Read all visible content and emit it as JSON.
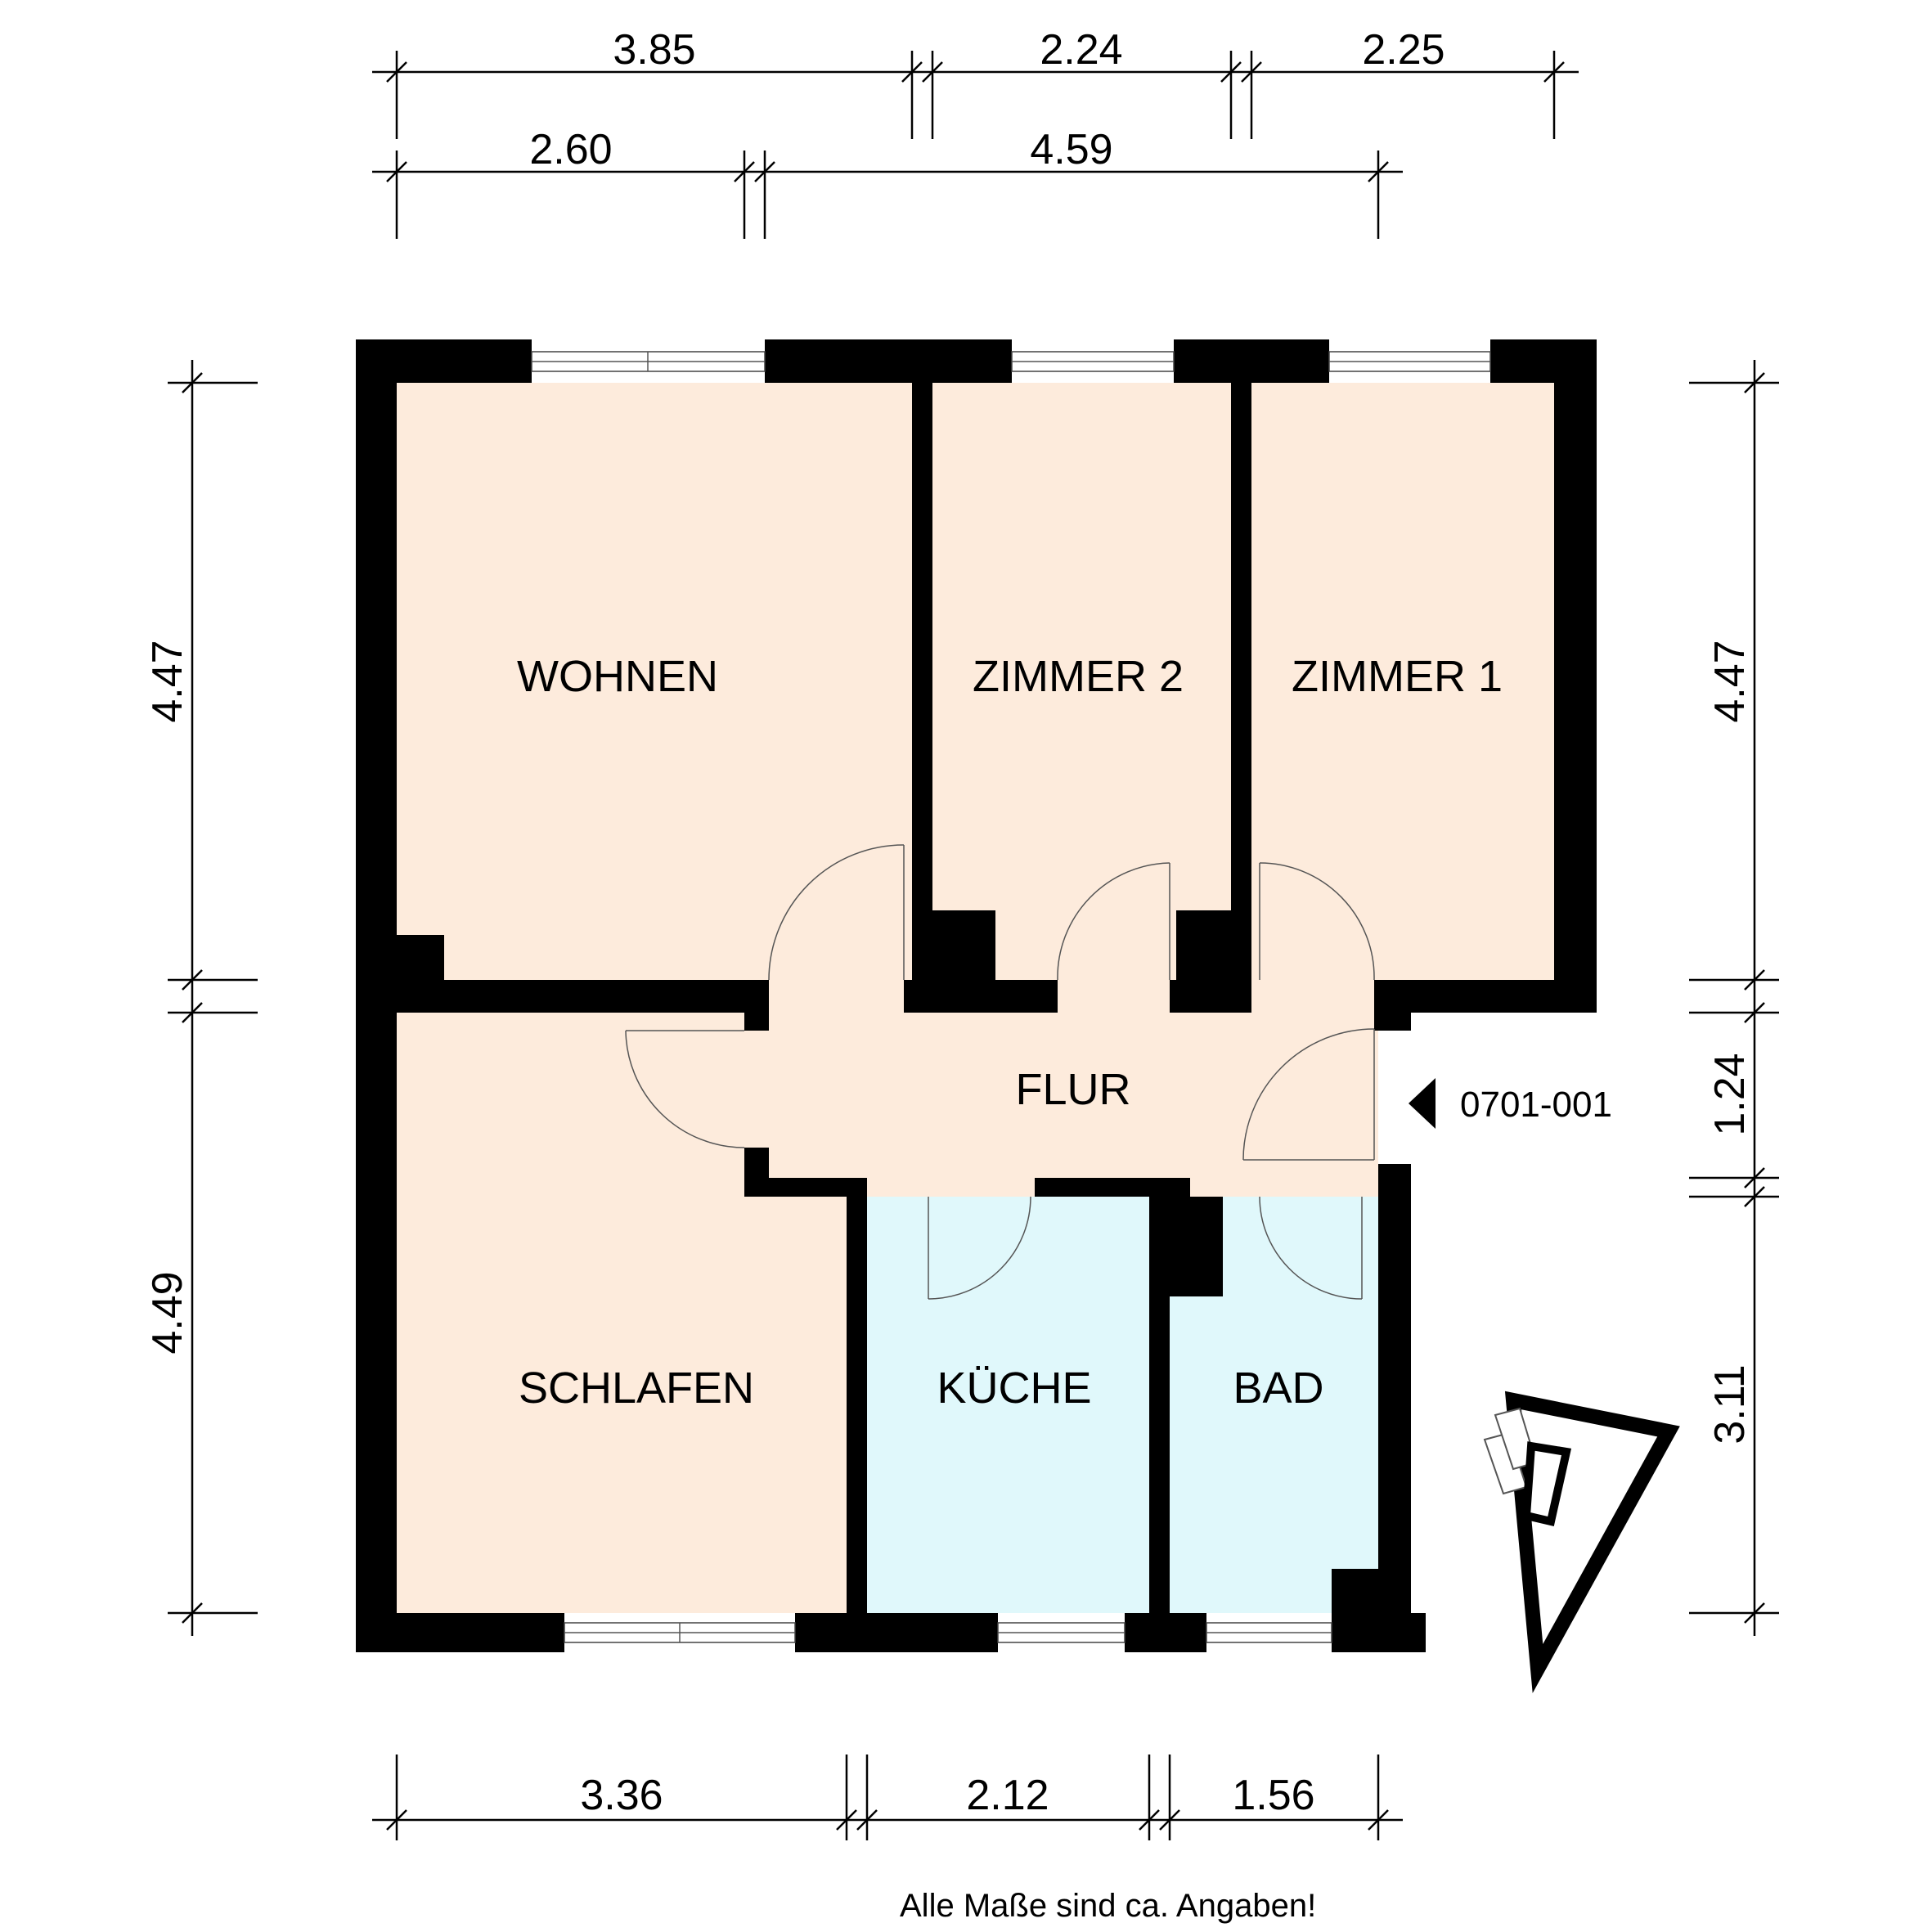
{
  "rooms": {
    "wohnen": "WOHNEN",
    "zimmer2": "ZIMMER 2",
    "zimmer1": "ZIMMER 1",
    "flur": "FLUR",
    "schlafen": "SCHLAFEN",
    "kueche": "KÜCHE",
    "bad": "BAD"
  },
  "unit_id": "0701-001",
  "dimensions": {
    "top_row1": [
      "3.85",
      "2.24",
      "2.25"
    ],
    "top_row2": [
      "2.60",
      "4.59"
    ],
    "bottom": [
      "3.36",
      "2.12",
      "1.56"
    ],
    "left": [
      "4.47",
      "4.49"
    ],
    "right": [
      "4.47",
      "1.24",
      "3.11"
    ]
  },
  "note": "Alle Maße sind ca. Angaben!",
  "colors": {
    "living_fill": "#fdebdc",
    "wet_fill": "#e0f8fb",
    "wall": "#000000"
  }
}
